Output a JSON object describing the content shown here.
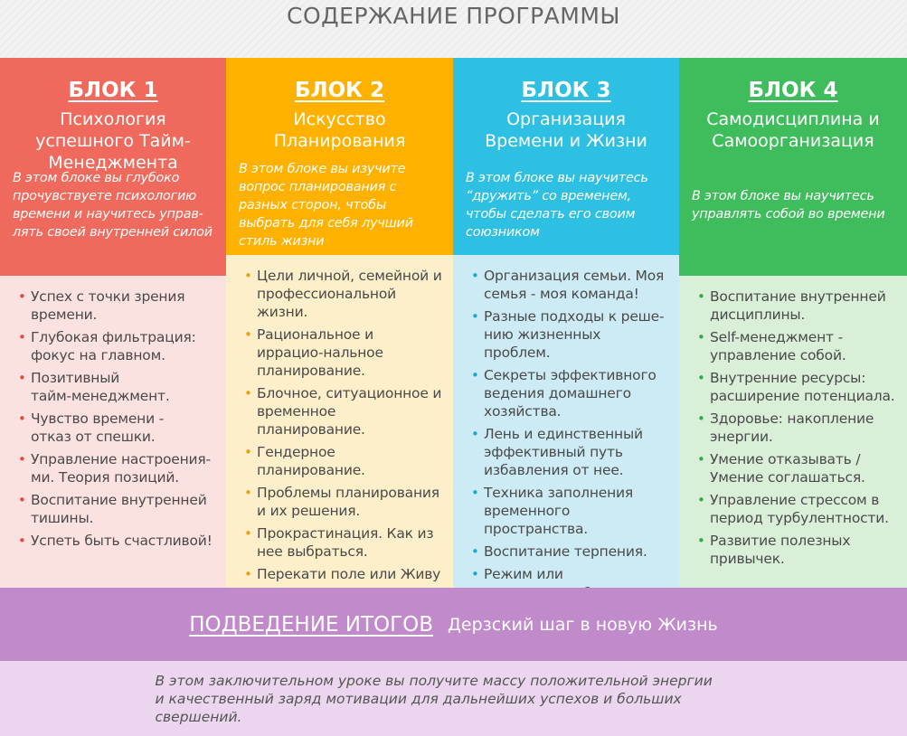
{
  "page_title": "СОДЕРЖАНИЕ ПРОГРАММЫ",
  "blocks": [
    {
      "label": "БЛОК 1",
      "subtitle": "Психология успешного Тайм-Менеджмента",
      "description": "В этом блоке вы глубоко прочувствуете психологию времени и научитесь управ-лять своей внутренней силой",
      "head_color": "#ef6a5c",
      "body_color": "#fbe1df",
      "bullet_color": "#e24b3c",
      "items": [
        "Успех с точки зрения времени.",
        "Глубокая фильтрация: фокус на главном.",
        "Позитивный\nтайм-менеджмент.",
        "Чувство времени -\nотказ от спешки.",
        "Управление настроения-ми. Теория позиций.",
        "Воспитание внутренней тишины.",
        "Успеть быть счастливой!"
      ]
    },
    {
      "label": "БЛОК 2",
      "subtitle": "Искусство Планирования",
      "description": "В этом блоке вы изучите вопрос планирования с разных сторон, чтобы выбрать для себя лучший стиль жизни",
      "head_color": "#ffb100",
      "body_color": "#fcefca",
      "bullet_color": "#f0a000",
      "items": [
        "Цели личной, семейной и профессиональной жизни.",
        "Рациональное и иррацио-нальное планирование.",
        "Блочное, ситуационное и временное планирование.",
        "Гендерное планирование.",
        "Проблемы планирования и их решения.",
        "Прокрастинация. Как из нее выбраться.",
        "Перекати поле или Живу как живется."
      ]
    },
    {
      "label": "БЛОК 3",
      "subtitle": "Организация Времени и Жизни",
      "description": "В этом блоке вы научитесь “дружить” со временем, чтобы сделать его своим союзником",
      "head_color": "#2ec0e3",
      "body_color": "#cdebf5",
      "bullet_color": "#1aa8cf",
      "items": [
        "Организация семьи. Моя семья - моя команда!",
        "Разные подходы к реше-нию жизненных проблем.",
        "Секреты эффективного ведения домашнего хозяйства.",
        "Лень и единственный эффективный путь избавления от нее.",
        "Техника заполнения временного пространства.",
        "Воспитание терпения.",
        "Режим или спонтанность?"
      ]
    },
    {
      "label": "БЛОК 4",
      "subtitle": "Самодисциплина и Самоорганизация",
      "description": "В этом блоке вы научитесь управлять собой во времени",
      "head_color": "#3fbd5c",
      "body_color": "#d9efd8",
      "bullet_color": "#33a84e",
      "items": [
        "Воспитание внутренней дисциплины.",
        "Self-менеджмент - управление собой.",
        "Внутренние ресурсы: расширение потенциала.",
        "Здоровье: накопление энергии.",
        "Умение отказывать / Умение соглашаться.",
        "Управление стрессом в период турбулентности.",
        "Развитие полезных привычек."
      ]
    }
  ],
  "summary": {
    "label": "ПОДВЕДЕНИЕ ИТОГОВ",
    "subtitle": "Дерзский шаг в новую Жизнь",
    "description": "В этом заключительном уроке вы получите массу положительной энергии\nи качественный заряд мотивации для дальнейших успехов и больших свершений.",
    "head_color": "#c08acb",
    "body_color": "#ecd5ee"
  },
  "bullet_glyph": "•"
}
